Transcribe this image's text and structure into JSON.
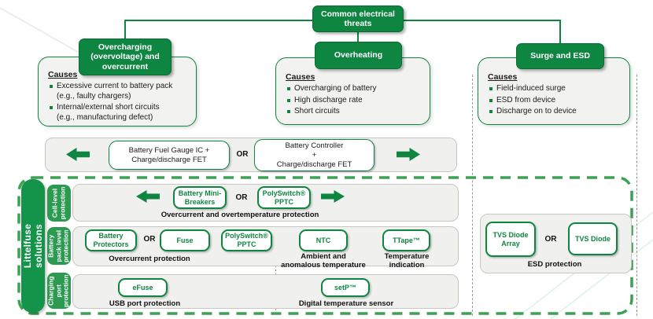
{
  "colors": {
    "brand_green": "#0E8540",
    "brand_green_dark": "#076B32",
    "dashed_green": "#3DA153",
    "panel_gray": "#F1F1EF",
    "panel_border": "#C6C6C3",
    "text": "#1B1B1B"
  },
  "top": {
    "title": "Common electrical\nthreats"
  },
  "threats": {
    "overcharging": {
      "title": "Overcharging\n(overvoltage) and\novercurrent",
      "causes_label": "Causes",
      "bullets": [
        "Excessive current to battery pack\n(e.g., faulty chargers)",
        "Internal/external short circuits\n(e.g., manufacturing defect)"
      ]
    },
    "overheating": {
      "title": "Overheating",
      "causes_label": "Causes",
      "bullets": [
        "Overcharging of battery",
        "High discharge rate",
        "Short circuits"
      ]
    },
    "surge": {
      "title": "Surge and ESD",
      "causes_label": "Causes",
      "bullets": [
        "Field-induced surge",
        "ESD from device",
        "Discharge on to device"
      ]
    }
  },
  "controller_band": {
    "box1": "Battery Fuel Gauge IC +\nCharge/discharge FET",
    "or_label": "OR",
    "box2": "Battery Controller\n+\nCharge/discharge FET"
  },
  "solutions": {
    "sidebar_label": "Littelfuse solutions",
    "cell_row": {
      "label": "Cell-level\nprotection",
      "box1": "Battery Mini-\nBreakers",
      "or_label": "OR",
      "box2": "PolySwitch®\nPPTC",
      "caption": "Overcurrent and overtemperature protection"
    },
    "pack_row": {
      "label": "Battery\npack level\nprotection",
      "box1": "Battery\nProtectors",
      "or_label": "OR",
      "box2": "Fuse",
      "box3": "PolySwitch®\nPPTC",
      "caption1": "Overcurrent protection",
      "box4": "NTC",
      "caption2": "Ambient and\nanomalous temperature",
      "box5": "TTape™",
      "caption3": "Temperature\nindication"
    },
    "charging_row": {
      "label": "Charging\nport\nprotection",
      "box1": "eFuse",
      "caption1": "USB port protection",
      "box2": "setP™",
      "caption2": "Digital temperature sensor"
    },
    "esd_section": {
      "box1": "TVS Diode\nArray",
      "or_label": "OR",
      "box2": "TVS Diode",
      "caption": "ESD protection"
    }
  }
}
